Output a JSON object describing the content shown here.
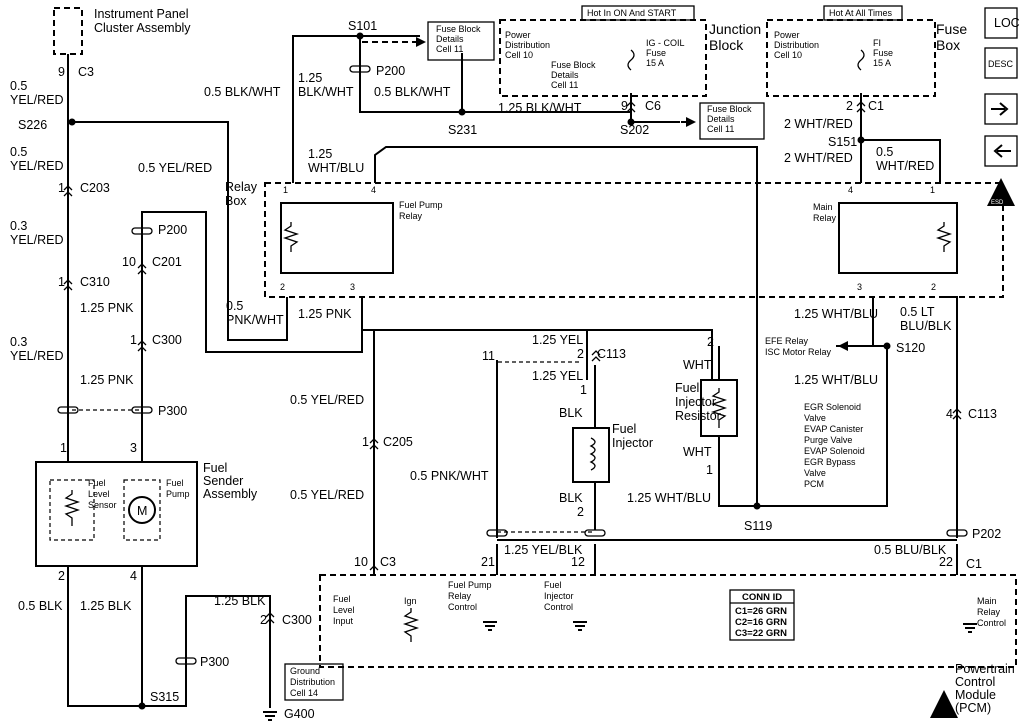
{
  "components": {
    "instrument_panel": "Instrument Panel\nCluster Assembly",
    "junction_block": "Junction\nBlock",
    "fuse_box": "Fuse\nBox",
    "relay_box": "Relay\nBox",
    "fuel_pump_relay": "Fuel Pump\nRelay",
    "main_relay": "Main\nRelay",
    "fuel_sender_assembly": "Fuel\nSender\nAssembly",
    "fuel_level_sensor": "Fuel\nLevel\nSensor",
    "fuel_pump": "Fuel\nPump",
    "fuel_injector": "Fuel\nInjector",
    "fuel_injector_resistor": "Fuel\nInjector\nResistor",
    "pcm": "Powertrain\nControl\nModule\n(PCM)",
    "ground_dist": "Ground\nDistribution\nCell 14",
    "jb_hot_label": "Hot In ON And START",
    "fb_hot_label": "Hot At All Times",
    "jb_power_dist": "Power\nDistribution\nCell 10",
    "jb_fuse_details": "Fuse Block\nDetails\nCell 11",
    "jb_fuse": "IG - COIL\nFuse\n15 A",
    "fb_power_dist": "Power\nDistribution\nCell 10",
    "fb_fuse": "FI\nFuse\n15 A",
    "fuse_details_s101": "Fuse Block\nDetails\nCell 11",
    "fuse_details_s202": "Fuse Block\nDetails\nCell 11",
    "efe_relay": "EFE Relay\nISC Motor Relay",
    "s119_loads": "EGR Solenoid\nValve\nEVAP Canister\nPurge Valve\nEVAP Solenoid\nEGR Bypass\nValve\nPCM",
    "pcm_fuel_level_input": "Fuel\nLevel\nInput",
    "pcm_ign": "Ign",
    "pcm_fuel_pump_relay_ctrl": "Fuel Pump\nRelay\nControl",
    "pcm_fuel_injector_ctrl": "Fuel\nInjector\nControl",
    "pcm_main_relay_ctrl": "Main\nRelay\nControl",
    "conn_id_title": "CONN ID",
    "conn_id_lines": "C1=26 GRN\nC2=16 GRN\nC3=22 GRN",
    "motor_symbol": "M"
  },
  "splices": {
    "s101": "S101",
    "s226": "S226",
    "s231": "S231",
    "s202": "S202",
    "s151": "S151",
    "s120": "S120",
    "s119": "S119",
    "s315": "S315",
    "g400": "G400"
  },
  "connectors": {
    "c3_top": "C3",
    "c203": "C203",
    "c310": "C310",
    "c201": "C201",
    "c300": "C300",
    "p200_mid": "P200",
    "p300": "P300",
    "p200_top": "P200",
    "c6": "C6",
    "c1_top": "C1",
    "c113_mid": "C113",
    "c205": "C205",
    "c3_pcm": "C3",
    "c113_right": "C113",
    "p202": "P202",
    "c1_pcm": "C1",
    "p300_bottom": "P300",
    "c300_bottom": "C300"
  },
  "pins": {
    "p9a": "9",
    "p1a": "1",
    "p1b": "1",
    "p10": "10",
    "p1c": "1",
    "p1d": "1",
    "p3": "3",
    "p2a": "2",
    "p4a": "4",
    "p1e": "1",
    "p4b": "4",
    "p2b": "2",
    "p3b": "3",
    "p9b": "9",
    "p2c": "2",
    "p4c": "4",
    "p1f": "1",
    "p3c": "3",
    "p2d": "2",
    "p11": "11",
    "p2e": "2",
    "p1g": "1",
    "p2f": "2",
    "p2g": "2",
    "p1h": "1",
    "p1i": "1",
    "p4d": "4",
    "p10b": "10",
    "p21": "21",
    "p12": "12",
    "p22": "22",
    "p2h": "2"
  },
  "wires": {
    "w_05_yel_red_1": "0.5\nYEL/RED",
    "w_05_yel_red_2": "0.5\nYEL/RED",
    "w_03_yel_red_1": "0.3\nYEL/RED",
    "w_03_yel_red_2": "0.3\nYEL/RED",
    "w_125_pnk_1": "1.25 PNK",
    "w_125_pnk_2": "1.25 PNK",
    "w_05_blk_wht": "0.5 BLK/WHT",
    "w_125_blk_wht": "1.25\nBLK/WHT",
    "w_05_blk_wht_2": "0.5 BLK/WHT",
    "w_125_blk_wht_2": "1.25 BLK/WHT",
    "w_05_yel_red_3": "0.5 YEL/RED",
    "w_125_wht_blu": "1.25\nWHT/BLU",
    "w_2_wht_red_1": "2 WHT/RED",
    "w_2_wht_red_2": "2 WHT/RED",
    "w_05_wht_red": "0.5\nWHT/RED",
    "w_05_pnk_wht": "0.5\nPNK/WHT",
    "w_125_pnk_3": "1.25 PNK",
    "w_125_wht_blu_2": "1.25 WHT/BLU",
    "w_05_lt_blu_blk": "0.5 LT\nBLU/BLK",
    "w_125_yel_1": "1.25 YEL",
    "w_125_yel_2": "1.25 YEL",
    "w_wht_1": "WHT",
    "w_wht_2": "WHT",
    "w_blk_1": "BLK",
    "w_blk_2": "BLK",
    "w_125_wht_blu_3": "1.25 WHT/BLU",
    "w_125_wht_blu_4": "1.25 WHT/BLU",
    "w_05_yel_red_4": "0.5 YEL/RED",
    "w_05_yel_red_5": "0.5 YEL/RED",
    "w_05_pnk_wht_2": "0.5 PNK/WHT",
    "w_125_yel_blk": "1.25 YEL/BLK",
    "w_05_blu_blk": "0.5 BLU/BLK",
    "w_05_blk": "0.5 BLK",
    "w_125_blk_1": "1.25 BLK",
    "w_125_blk_2": "1.25 BLK"
  },
  "nav": {
    "loc_label": "LOC",
    "desc_label": "DESC",
    "warning_label": "ESD"
  }
}
